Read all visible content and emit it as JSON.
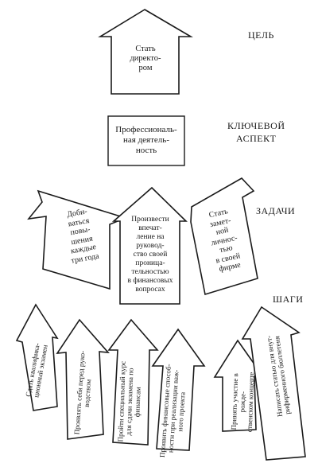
{
  "levels": {
    "goal": "ЦЕЛЬ",
    "key": "КЛЮЧЕВОЙ\nАСПЕКТ",
    "tasks": "ЗАДАЧИ",
    "steps": "ШАГИ"
  },
  "goal_text": "Стать\nдиректо-\nром",
  "key_text": "Профессиональ-\nная деятель-\nность",
  "tasks": [
    "Доби-\nваться\nповы-\nшения\nкаждые\nтри года",
    "Произвести\nвпечат-\nление на\nруковод-\nство своей\nпроница-\nтельностью\nв финансовых\nвопросах",
    "Стать\nзамет-\nной\nличнос-\nтью\nв своей\nфирме"
  ],
  "steps": [
    "Сдать квалифика-\nционный экзамен",
    "Проявлять себя перед руко-\nводством",
    "Пройти специальный курс\nдля сдачи экзамена по\nфинансам",
    "Проявить финансовые способ-\nности при реализации важ-\nного проекта",
    "Принять участие в рожде-\nственском концерте",
    "Написать статью для внут-\nрифирменного бюллетеня"
  ]
}
